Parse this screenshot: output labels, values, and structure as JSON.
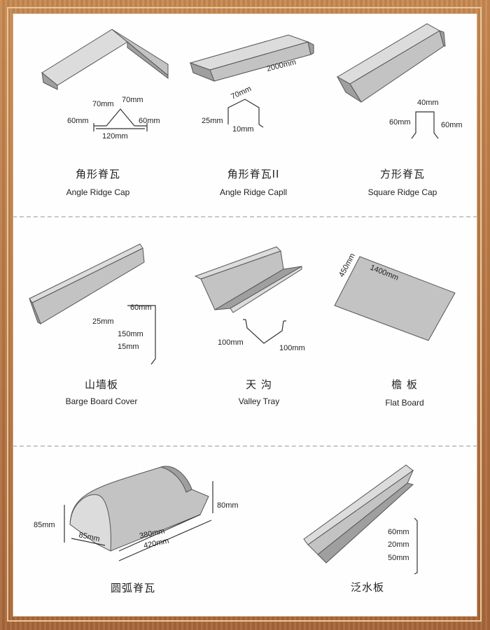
{
  "products": [
    {
      "cn": "角形脊瓦",
      "en": "Angle Ridge Cap",
      "dims": [
        "70mm",
        "70mm",
        "60mm",
        "120mm",
        "60mm"
      ]
    },
    {
      "cn": "角形脊瓦II",
      "en": "Angle Ridge Capll",
      "dims": [
        "2000mm",
        "70mm",
        "25mm",
        "10mm"
      ]
    },
    {
      "cn": "方形脊瓦",
      "en": "Square Ridge Cap",
      "dims": [
        "40mm",
        "60mm",
        "60mm"
      ]
    },
    {
      "cn": "山墙板",
      "en": "Barge Board Cover",
      "dims": [
        "60mm",
        "25mm",
        "150mm",
        "15mm"
      ]
    },
    {
      "cn": "天 沟",
      "en": "Valley Tray",
      "dims": [
        "100mm",
        "100mm"
      ]
    },
    {
      "cn": "檐 板",
      "en": "Flat Board",
      "dims": [
        "450mm",
        "1400mm"
      ]
    },
    {
      "cn": "圆弧脊瓦",
      "en": "",
      "dims": [
        "85mm",
        "85mm",
        "380mm",
        "420mm",
        "80mm"
      ]
    },
    {
      "cn": "泛水板",
      "en": "",
      "dims": [
        "60mm",
        "20mm",
        "50mm"
      ]
    }
  ],
  "colors": {
    "frame": "#b8743e",
    "panel": "#fefefe",
    "metal": "#c3c3c3"
  }
}
